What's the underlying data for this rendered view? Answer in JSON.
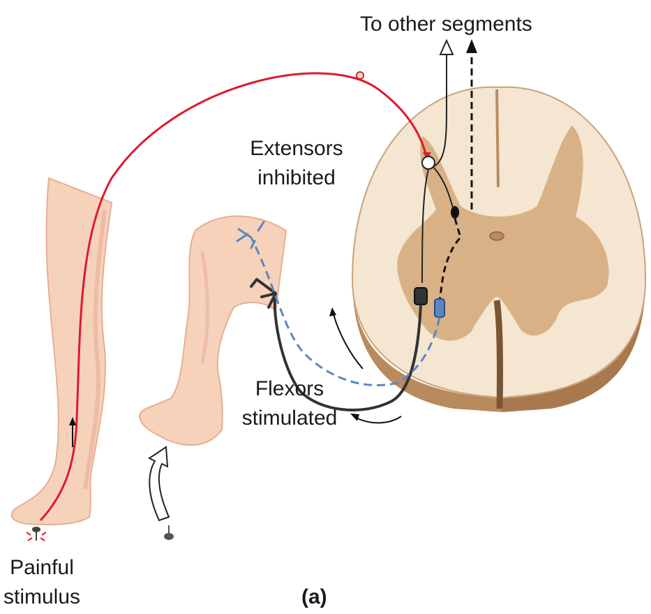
{
  "labels": {
    "to_other_segments": "To other segments",
    "extensors_line1": "Extensors",
    "extensors_line2": "inhibited",
    "flexors_line1": "Flexors",
    "flexors_line2": "stimulated",
    "painful_line1": "Painful",
    "painful_line2": "stimulus",
    "panel_letter": "(a)"
  },
  "colors": {
    "skin": "#f6d2bb",
    "skin_shadow": "#e8ad92",
    "cord_white_matter": "#f4e6d0",
    "cord_gray_matter": "#d8b286",
    "cord_cut_edge": "#b98a5e",
    "sensory_neuron": "#e0192e",
    "motor_neuron_flexor": "#333333",
    "motor_neuron_extensor_dashed": "#5a86c2",
    "interneuron": "#111111"
  }
}
